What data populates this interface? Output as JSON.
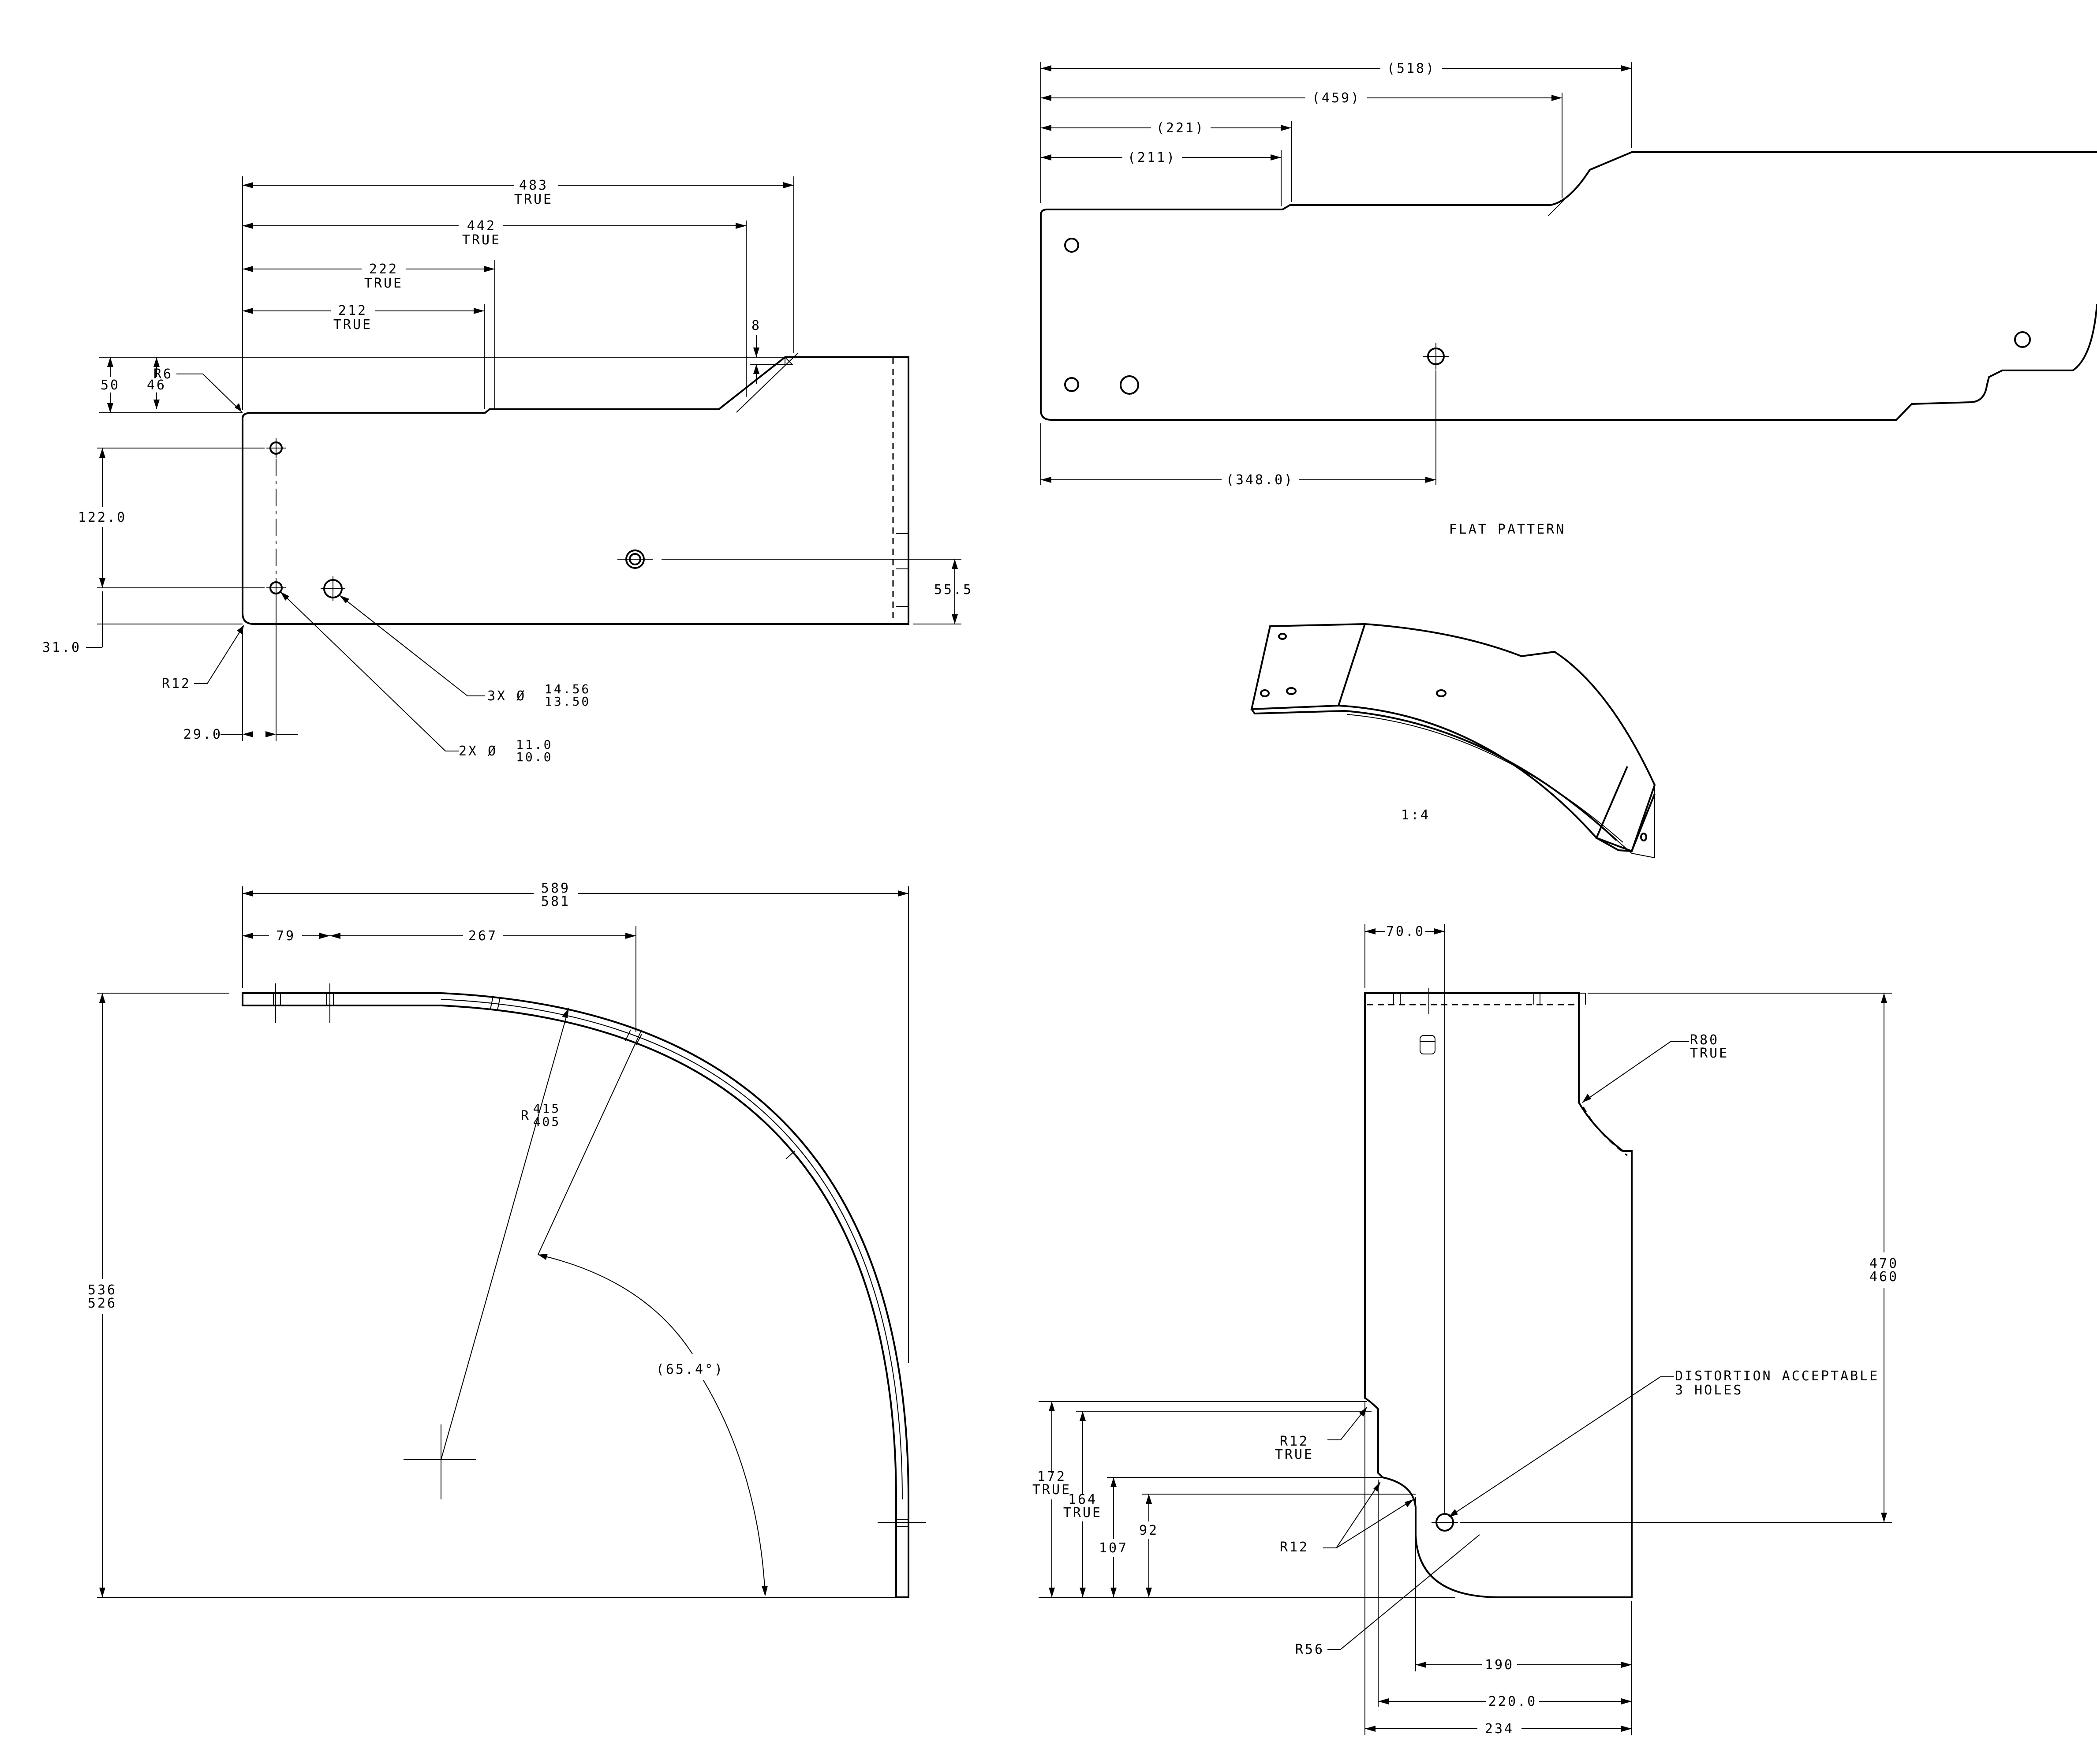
{
  "top_left_view": {
    "dim_483": "483",
    "dim_483_true": "TRUE",
    "dim_442": "442",
    "dim_442_true": "TRUE",
    "dim_222": "222",
    "dim_222_true": "TRUE",
    "dim_212": "212",
    "dim_212_true": "TRUE",
    "dim_8": "8",
    "dim_50": "50",
    "dim_46": "46",
    "dim_r6": "R6",
    "dim_122": "122.0",
    "dim_31": "31.0",
    "dim_55_5": "55.5",
    "dim_r12": "R12",
    "dim_29": "29.0",
    "holes_3x_prefix": "3X Ø",
    "holes_3x_upper": "14.56",
    "holes_3x_lower": "13.50",
    "holes_2x_prefix": "2X Ø",
    "holes_2x_upper": "11.0",
    "holes_2x_lower": "10.0"
  },
  "flat_pattern": {
    "dim_518": "(518)",
    "dim_459": "(459)",
    "dim_221": "(221)",
    "dim_211": "(211)",
    "dim_348": "(348.0)",
    "caption": "FLAT PATTERN"
  },
  "iso_view": {
    "scale": "1:4"
  },
  "front_view": {
    "dim_589": "589",
    "dim_581": "581",
    "dim_79": "79",
    "dim_267": "267",
    "dim_r_prefix": "R",
    "dim_r415": "415",
    "dim_r405": "405",
    "dim_536": "536",
    "dim_526": "526",
    "dim_angle": "(65.4°)"
  },
  "side_view": {
    "dim_70": "70.0",
    "dim_r80": "R80",
    "dim_r80_true": "TRUE",
    "dim_470": "470",
    "dim_460": "460",
    "note_line1": "DISTORTION ACCEPTABLE",
    "note_line2": "3 HOLES",
    "dim_r12a": "R12",
    "dim_r12a_true": "TRUE",
    "dim_172": "172",
    "dim_172_true": "TRUE",
    "dim_164": "164",
    "dim_164_true": "TRUE",
    "dim_107": "107",
    "dim_92": "92",
    "dim_r12b": "R12",
    "dim_r56": "R56",
    "dim_190": "190",
    "dim_220": "220.0",
    "dim_234": "234"
  }
}
